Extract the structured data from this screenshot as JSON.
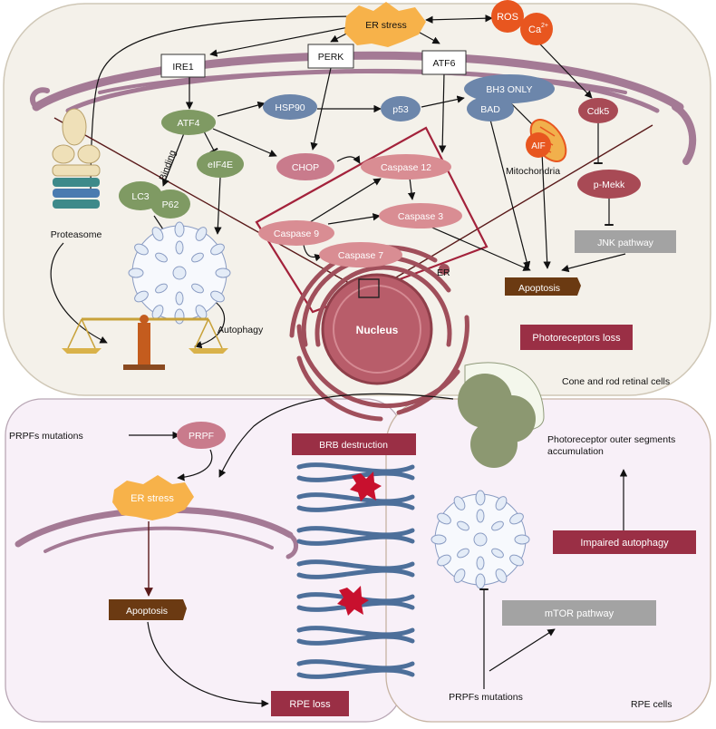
{
  "colors": {
    "er_stress": "#f7b24a",
    "ros": "#e8561f",
    "green_node": "#7f9a63",
    "blue_node": "#6c86ab",
    "pink_node": "#d98d93",
    "mauve_node": "#c97b8c",
    "dark_red_node": "#a84a55",
    "label_box": "#9a2f45",
    "apoptosis_box": "#6b3a12",
    "grey_box": "#a3a3a3",
    "er_membrane": "#a47a95",
    "nucleus": "#b85d6a",
    "cell_fill": "#f4f1ea",
    "panel_fill": "#f8f0f8"
  },
  "top_cell": {
    "er_stress": "ER stress",
    "ros": "ROS",
    "ca": "Ca",
    "ca_sup": "2+",
    "ire1": "IRE1",
    "perk": "PERK",
    "atf6": "ATF6",
    "atf4": "ATF4",
    "hsp90": "HSP90",
    "p53": "p53",
    "bh3_only": "BH3 ONLY",
    "bad": "BAD",
    "cdk5": "Cdk5",
    "aif": "AIF",
    "mitochondria": "Mitochondria",
    "p_mekk": "p-Mekk",
    "jnk_pathway": "JNK pathway",
    "eif4e": "eIF4E",
    "binding": "Binding",
    "lc3": "LC3",
    "p62": "P62",
    "chop": "CHOP",
    "caspase12": "Caspase 12",
    "caspase3": "Caspase 3",
    "caspase9": "Caspase 9",
    "caspase7": "Caspase 7",
    "proteasome": "Proteasome",
    "autophagy": "Autophagy",
    "apoptosis": "Apoptosis",
    "er": "ER",
    "nucleus": "Nucleus",
    "photoreceptors_loss": "Photoreceptors loss",
    "cone_rod": "Cone and rod retinal cells"
  },
  "left_panel": {
    "prpfs_mutations": "PRPFs mutations",
    "prpf": "PRPF",
    "er_stress": "ER stress",
    "apoptosis": "Apoptosis",
    "rpe_loss": "RPE loss",
    "brb_destruction": "BRB destruction"
  },
  "right_panel": {
    "pos_line1": "Photoreceptor outer segments",
    "pos_line2": "accumulation",
    "impaired_autophagy": "Impaired autophagy",
    "mtor_pathway": "mTOR pathway",
    "prpfs_mutations": "PRPFs mutations",
    "rpe_cells": "RPE cells"
  }
}
